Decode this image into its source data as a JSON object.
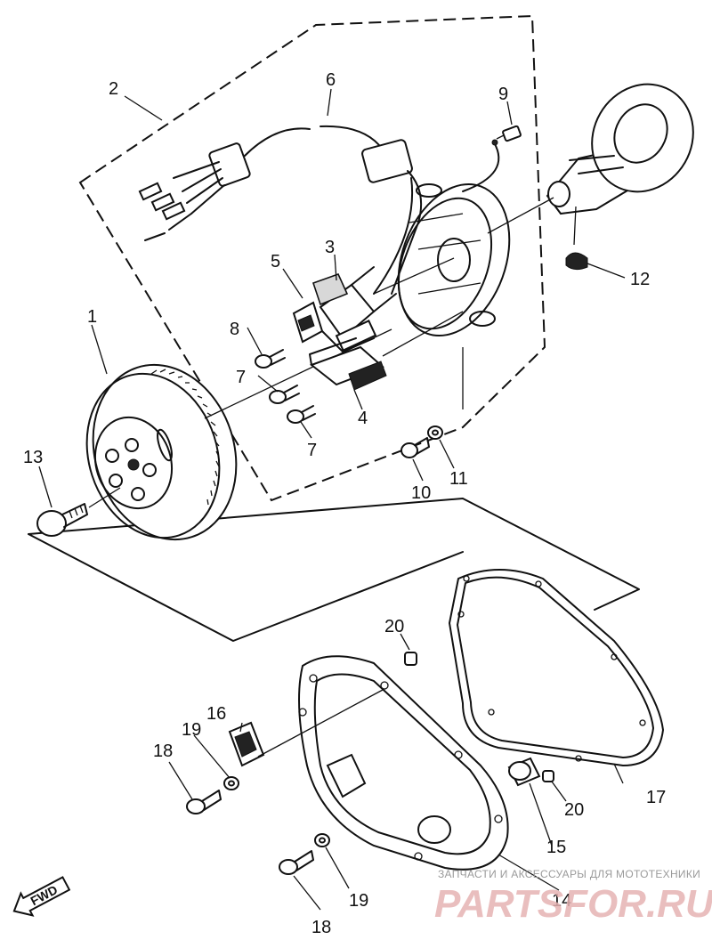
{
  "callouts": {
    "n1": "1",
    "n2": "2",
    "n3": "3",
    "n4": "4",
    "n5": "5",
    "n6": "6",
    "n7a": "7",
    "n7b": "7",
    "n8": "8",
    "n9": "9",
    "n10": "10",
    "n11": "11",
    "n12": "12",
    "n13": "13",
    "n14": "14",
    "n15": "15",
    "n16": "16",
    "n17": "17",
    "n18a": "18",
    "n18b": "18",
    "n19a": "19",
    "n19b": "19",
    "n20a": "20",
    "n20b": "20"
  },
  "direction_marker": "FWD",
  "watermark": {
    "caption": "ЗАПЧАСТИ И АКСЕССУАРЫ ДЛЯ МОТОТЕХНИКИ",
    "logo": "PARTSFOR.RU"
  }
}
